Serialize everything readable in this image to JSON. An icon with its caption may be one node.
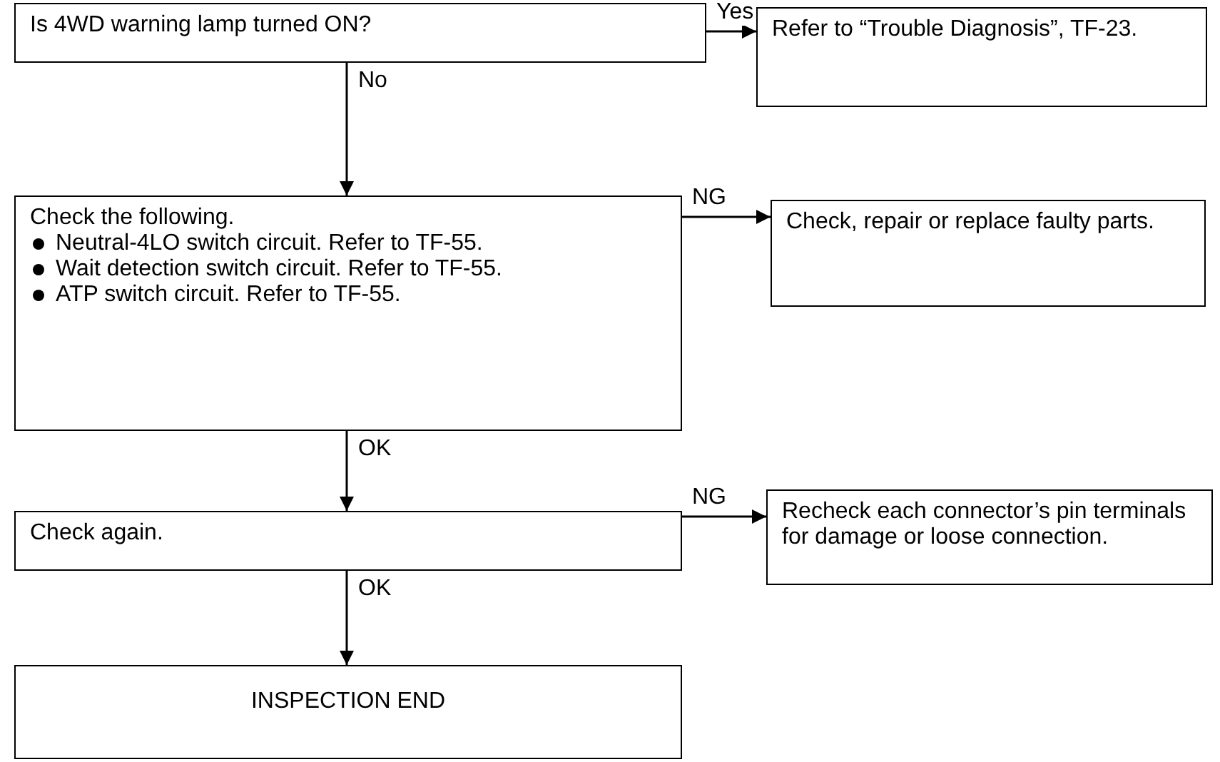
{
  "diagram": {
    "nodes": [
      {
        "text": [
          "Is 4WD warning lamp turned ON?"
        ]
      },
      {
        "text": [
          "Refer to “Trouble Diagnosis”, TF-23."
        ]
      },
      {
        "text": [
          "Check the following.",
          "Neutral-4LO switch circuit. Refer to TF-55.",
          "Wait detection switch circuit. Refer to TF-55.",
          "ATP switch circuit. Refer to TF-55."
        ]
      },
      {
        "text": [
          "Check, repair or replace faulty parts."
        ]
      },
      {
        "text": [
          "Check again."
        ]
      },
      {
        "text": [
          "Recheck each connector’s pin terminals for damage or loose connection."
        ]
      },
      {
        "text": [
          "INSPECTION END"
        ]
      }
    ],
    "edges": [
      {
        "from": 0,
        "to": 1,
        "arrow": "to",
        "label": "Yes"
      },
      {
        "from": 0,
        "to": 2,
        "arrow": "to",
        "label": "No"
      },
      {
        "from": 2,
        "to": 3,
        "arrow": "to",
        "label": "NG"
      },
      {
        "from": 2,
        "to": 4,
        "arrow": "to",
        "label": "OK"
      },
      {
        "from": 4,
        "to": 5,
        "arrow": "to",
        "label": "NG"
      },
      {
        "from": 4,
        "to": 6,
        "arrow": "to",
        "label": "OK"
      }
    ]
  }
}
